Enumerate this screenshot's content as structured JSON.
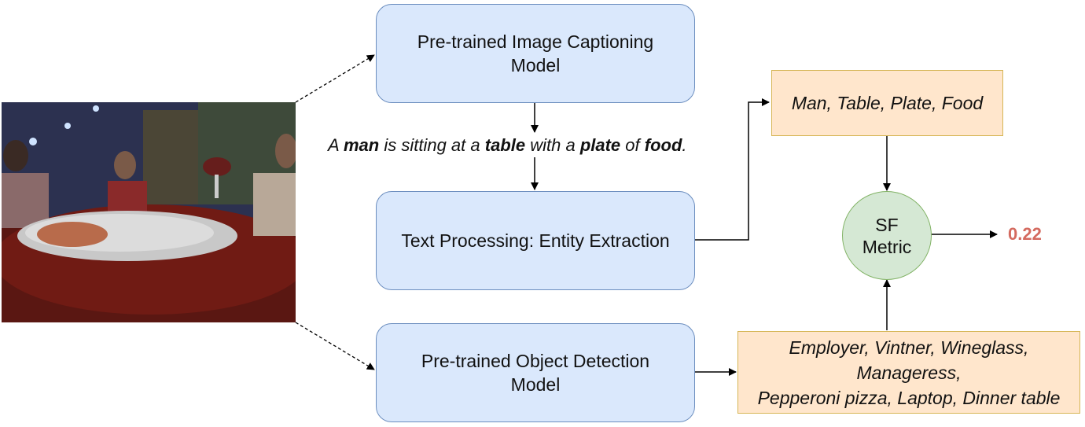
{
  "image": {
    "icon": "dinner-table-photo"
  },
  "boxes": {
    "captioning": {
      "line1": "Pre-trained Image Captioning",
      "line2": "Model"
    },
    "text_processing": {
      "label": "Text Processing: Entity Extraction"
    },
    "object_detection": {
      "line1": "Pre-trained Object Detection",
      "line2": "Model"
    }
  },
  "caption": {
    "p1": "A ",
    "w1": "man",
    "p2": " is sitting at a ",
    "w2": "table",
    "p3": " with a ",
    "w3": "plate",
    "p4": " of ",
    "w4": "food",
    "p5": "."
  },
  "entities_caption": "Man, Table, Plate, Food",
  "entities_detection": {
    "line1": "Employer, Vintner, Wineglass,",
    "line2": "Manageress,",
    "line3": "Pepperoni pizza, Laptop, Dinner table"
  },
  "metric": {
    "line1": "SF",
    "line2": "Metric"
  },
  "score": "0.22",
  "colors": {
    "blue_fill": "#dae8fc",
    "blue_stroke": "#6c8ebf",
    "orange_fill": "#ffe6cc",
    "orange_stroke": "#d6b656",
    "green_fill": "#d5e8d4",
    "green_stroke": "#82b366",
    "score": "#d46a5f"
  }
}
